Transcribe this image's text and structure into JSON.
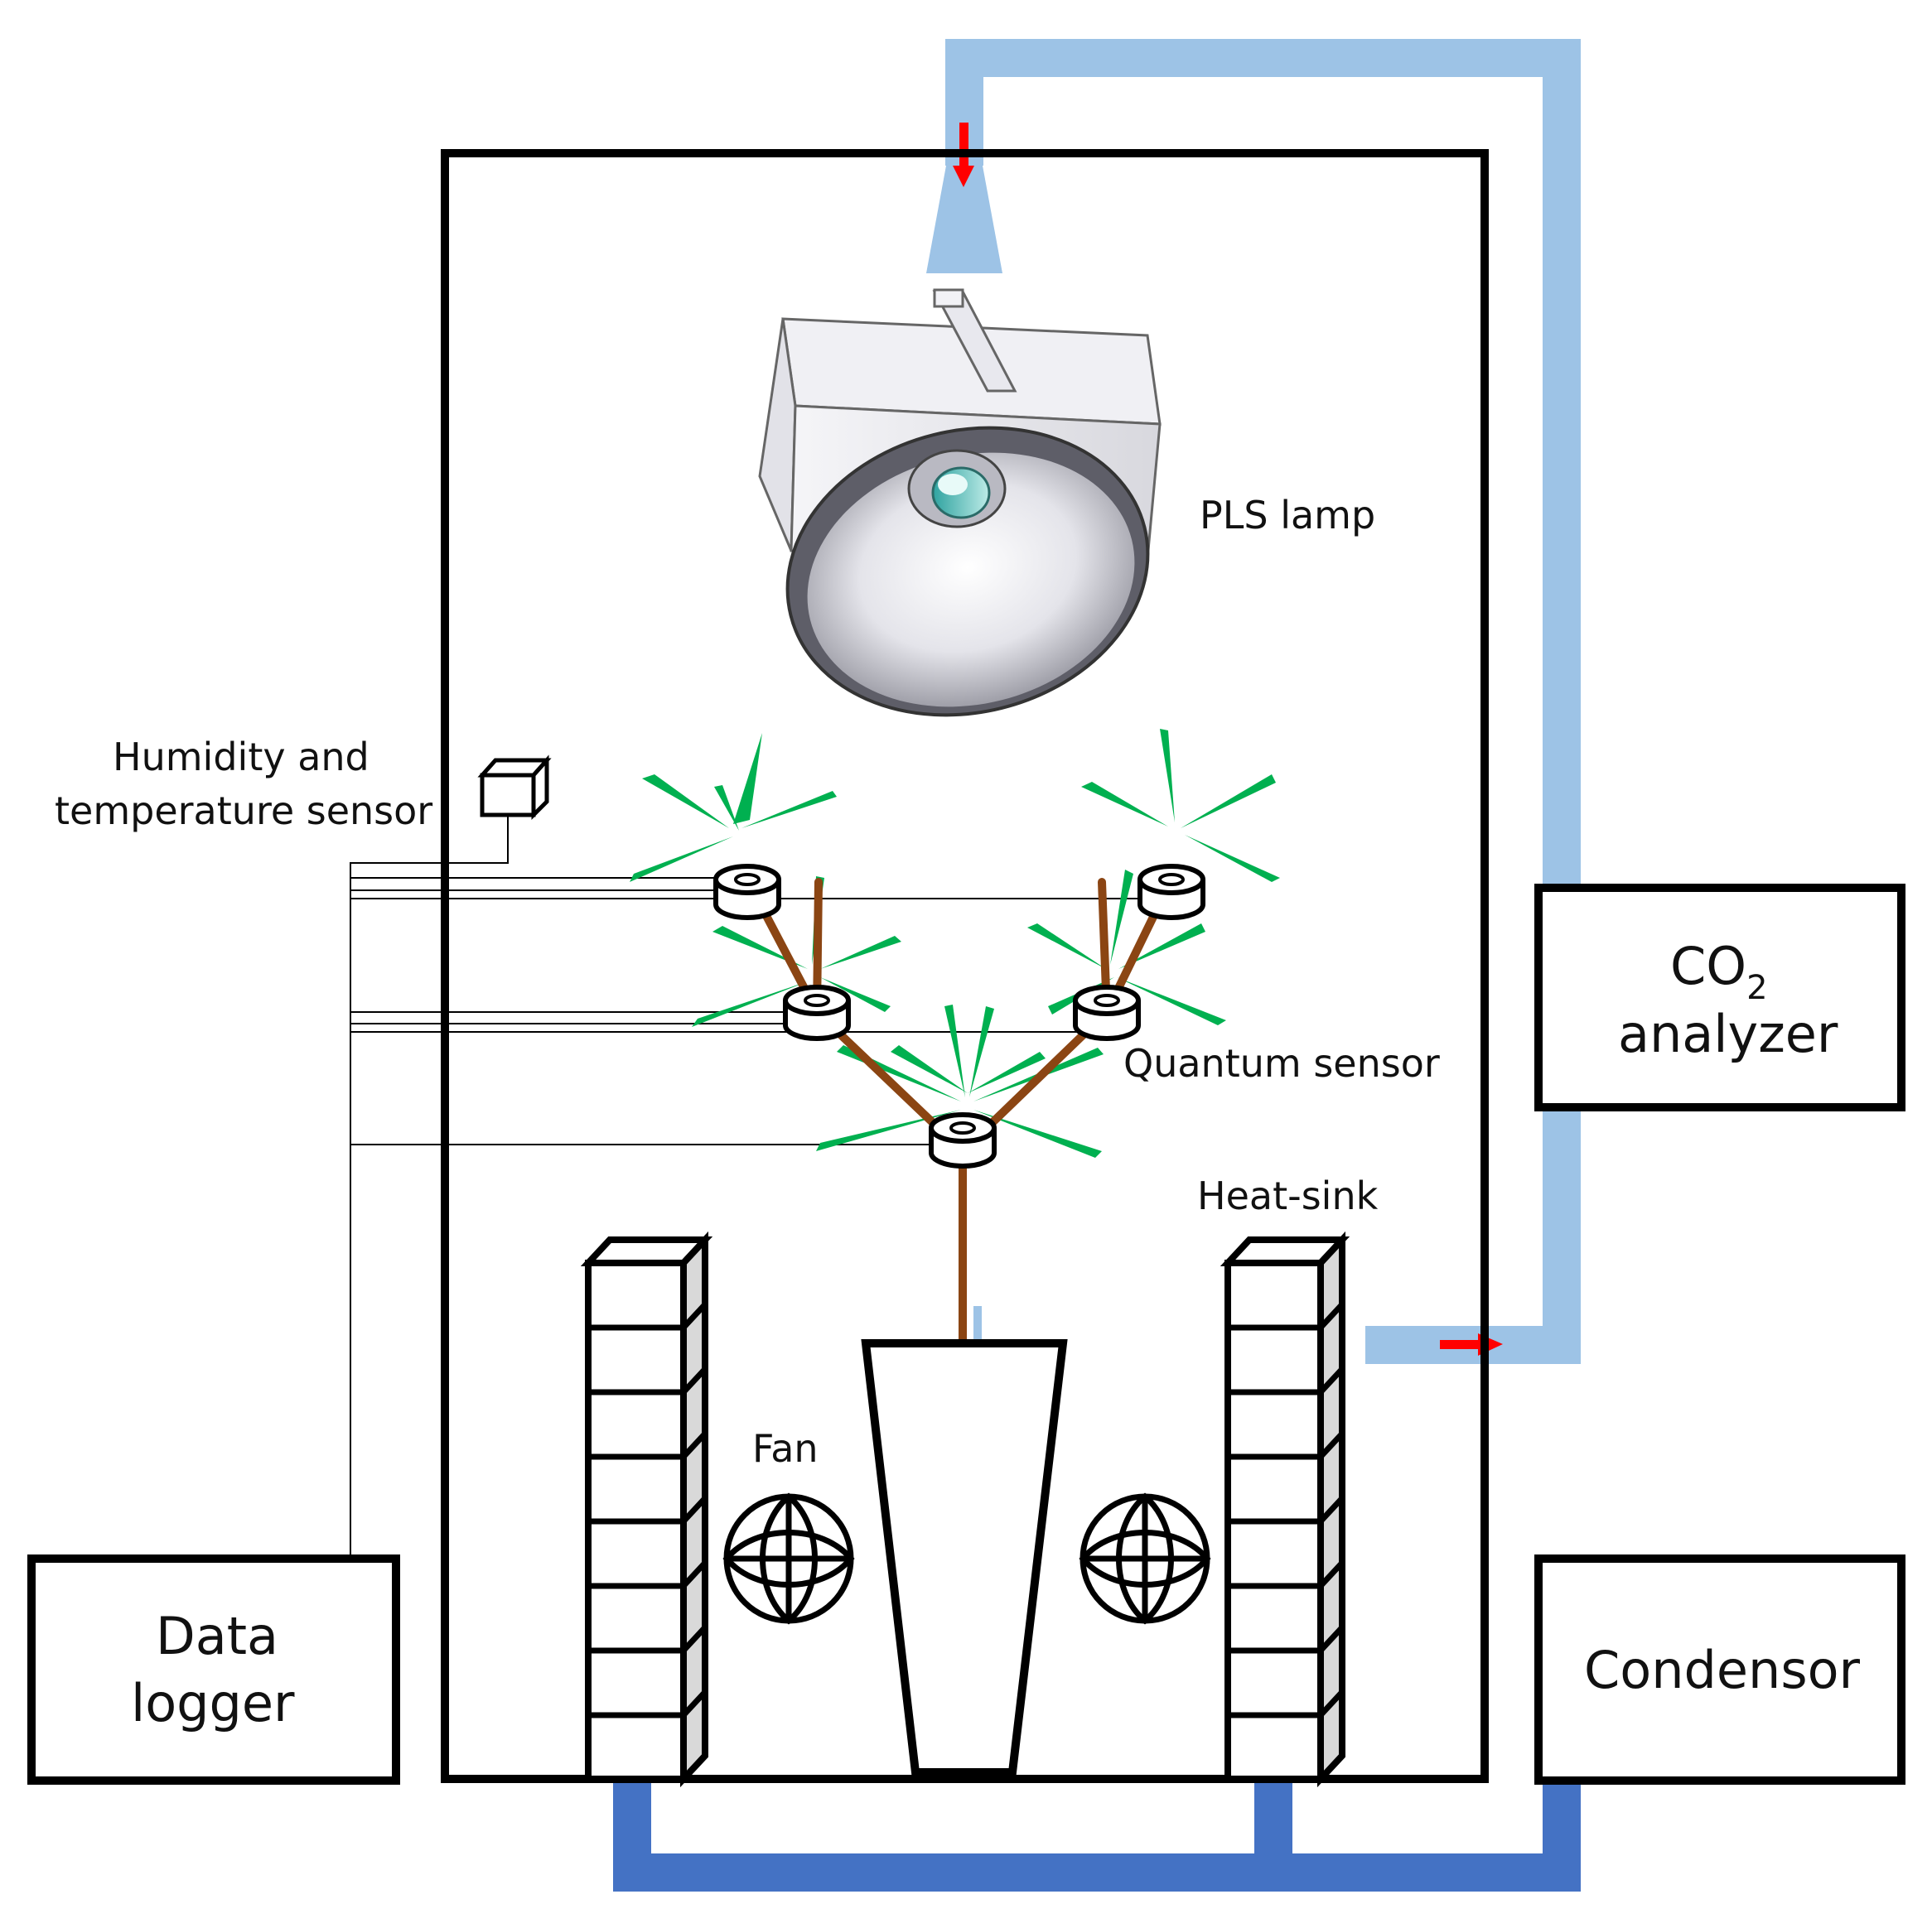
{
  "labels": {
    "pls_lamp": "PLS lamp",
    "humidity_line1": "Humidity and",
    "humidity_line2": "temperature sensor",
    "quantum_sensor": "Quantum sensor",
    "heat_sink": "Heat-sink",
    "fan": "Fan",
    "co2_main": "CO",
    "co2_sub": "2",
    "co2_line2": "analyzer",
    "data_logger_line1": "Data",
    "data_logger_line2": "logger",
    "condensor": "Condensor"
  },
  "colors": {
    "intake_duct": "#9DC3E6",
    "coolant_pipe": "#4472C4",
    "flow_arrow": "#FF0000",
    "leaf": "#00B050",
    "stem": "#8B4513",
    "outline": "#000000",
    "heat_sink_side": "#D9D9D9"
  }
}
